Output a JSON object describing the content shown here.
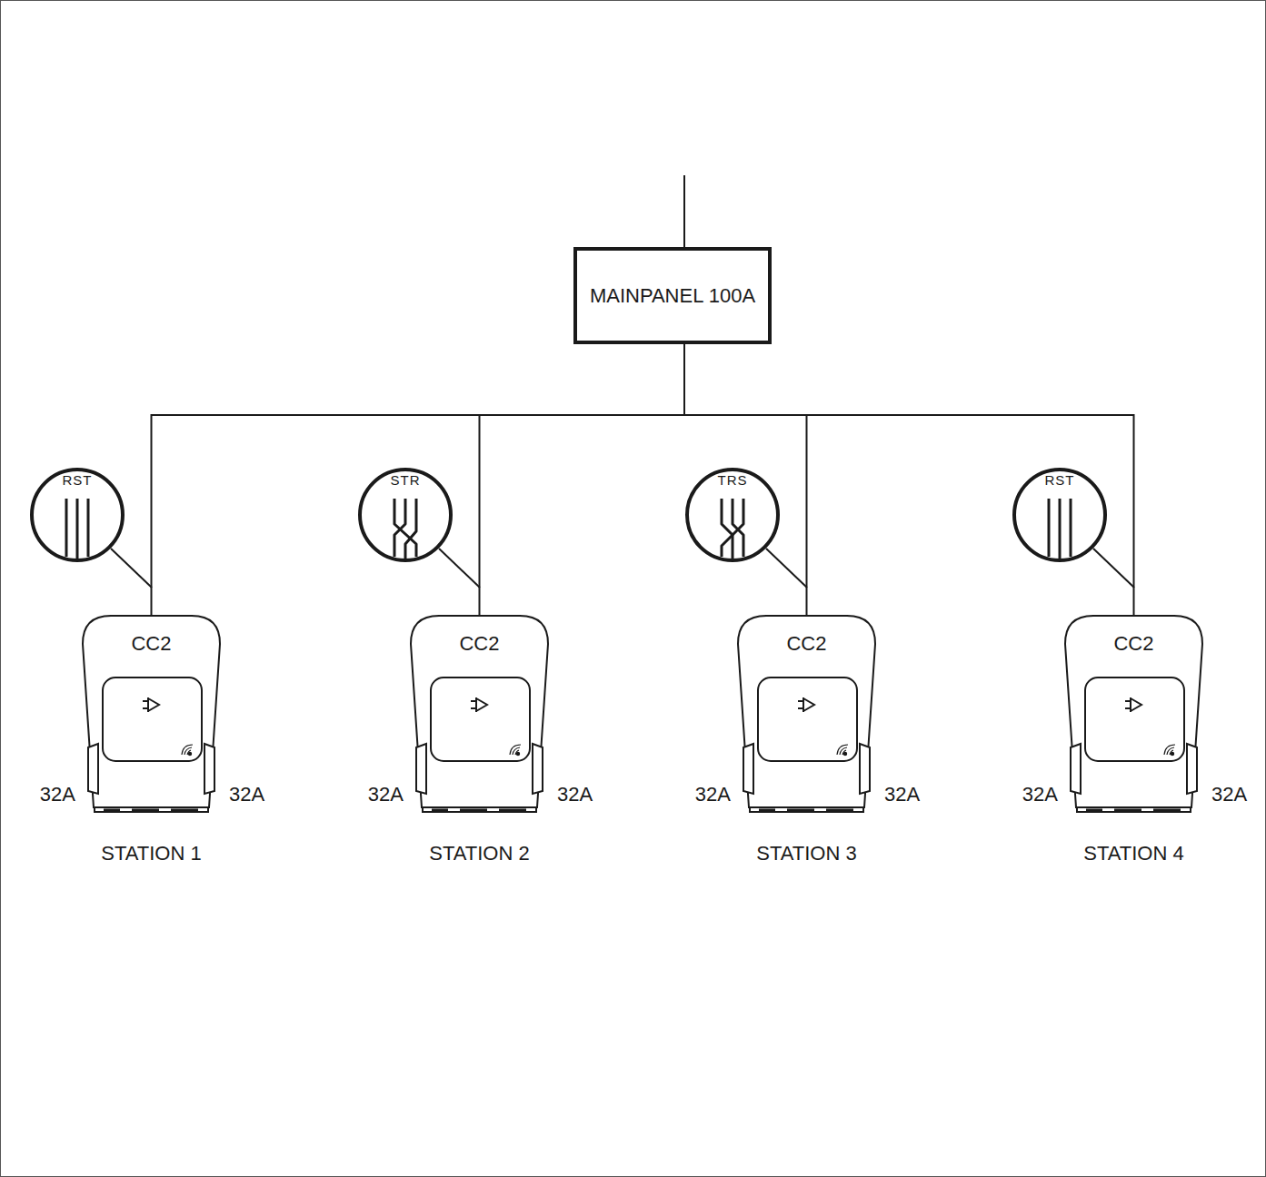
{
  "diagram": {
    "nodes": [
      {
        "text": [
          "MAINPANEL 100A"
        ]
      },
      {
        "text": [
          "RST"
        ]
      },
      {
        "text": [
          "CC2",
          "STATION 1"
        ]
      },
      {
        "text": [
          "STR"
        ]
      },
      {
        "text": [
          "CC2",
          "STATION 2"
        ]
      },
      {
        "text": [
          "TRS"
        ]
      },
      {
        "text": [
          "CC2",
          "STATION 3"
        ]
      },
      {
        "text": [
          "RST"
        ]
      },
      {
        "text": [
          "CC2",
          "STATION 4"
        ]
      }
    ],
    "edges": [
      {
        "from": 0,
        "to": 2,
        "arrow": "none"
      },
      {
        "from": 0,
        "to": 4,
        "arrow": "none"
      },
      {
        "from": 0,
        "to": 6,
        "arrow": "none"
      },
      {
        "from": 0,
        "to": 8,
        "arrow": "none"
      }
    ],
    "labels": [
      "32A",
      "32A",
      "32A",
      "32A",
      "32A",
      "32A",
      "32A",
      "32A"
    ]
  }
}
